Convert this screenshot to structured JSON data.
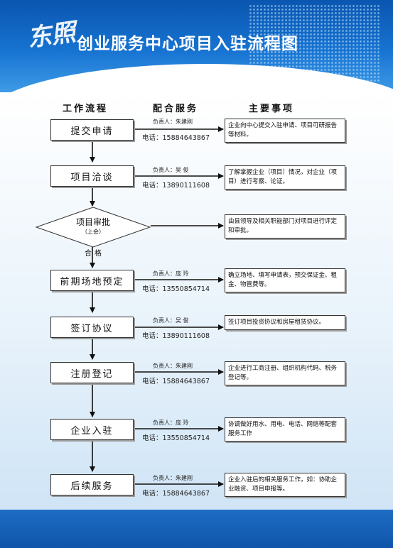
{
  "header": {
    "brand": "东照",
    "title": "创业服务中心项目入驻流程图"
  },
  "columns": {
    "workflow": "工作流程",
    "service": "配合服务",
    "items": "主要事项"
  },
  "steps": [
    {
      "label": "提交申请",
      "person": "负责人：朱建刚",
      "phone": "电话：15884643867",
      "note": "企业向中心提交入驻申请、项目可研报告等材料。"
    },
    {
      "label": "项目洽谈",
      "person": "负责人：吴  俊",
      "phone": "电话：13890111608",
      "note": "了解掌握企业（项目）情况，对企业（项目）进行考察、论证。"
    },
    {
      "label": "项目审批",
      "sublabel": "（上会）",
      "note": "由县领导及相关职能部门对项目进行评定和审批。"
    },
    {
      "label": "前期场地预定",
      "person": "负责人：庞  玲",
      "phone": "电话：13550854714",
      "note": "确立场地、填写申请表，预交保证金、租金、物管费等。"
    },
    {
      "label": "签订协议",
      "person": "负责人：吴  俊",
      "phone": "电话：13890111608",
      "note": "签订项目投资协议和房屋租赁协议。"
    },
    {
      "label": "注册登记",
      "person": "负责人：朱建刚",
      "phone": "电话：15884643867",
      "note": "企业进行工商注册、组织机构代码、税务登记等。"
    },
    {
      "label": "企业入驻",
      "person": "负责人：庞  玲",
      "phone": "电话：13550854714",
      "note": "协调做好用水、用电、电话、网络等配套服务工作"
    },
    {
      "label": "后续服务",
      "person": "负责人：朱建刚",
      "phone": "电话：15884643867",
      "note": "企业入驻后的相关服务工作，如：协助企业融资、项目申报等。"
    }
  ],
  "pass_label": "合格"
}
